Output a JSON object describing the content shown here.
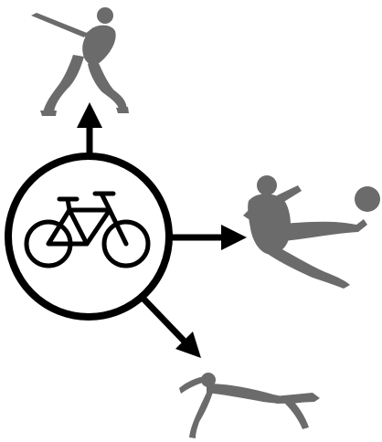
{
  "diagram": {
    "center": {
      "icon": "bicycle-icon"
    },
    "branches": [
      {
        "icon": "baseball-batter-icon",
        "direction": "up"
      },
      {
        "icon": "soccer-kick-icon",
        "direction": "right"
      },
      {
        "icon": "swimmer-icon",
        "direction": "down-right"
      }
    ],
    "colors": {
      "stroke": "#000000",
      "silhouette": "#6b6b6b",
      "background": "#ffffff"
    }
  }
}
